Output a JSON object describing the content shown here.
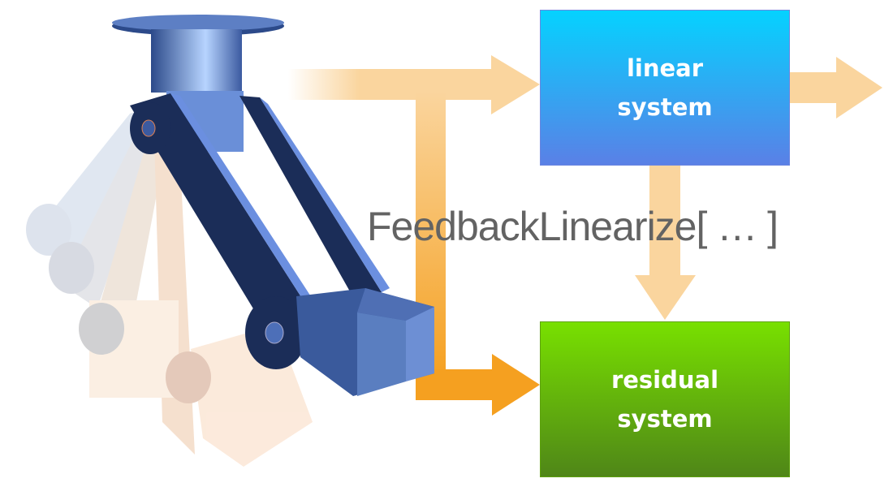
{
  "diagram": {
    "function_label": "FeedbackLinearize[ … ]",
    "nodes": [
      {
        "id": "linear",
        "label_line1": "linear",
        "label_line2": "system",
        "color_top": "#05d2ff",
        "color_bottom": "#5a80e6"
      },
      {
        "id": "residual",
        "label_line1": "residual",
        "label_line2": "system",
        "color_top": "#78e000",
        "color_bottom": "#4f8618"
      }
    ],
    "edges": [
      {
        "from": "robot-arm",
        "to": "linear"
      },
      {
        "from": "robot-arm",
        "to": "residual"
      },
      {
        "from": "linear",
        "to": "residual"
      },
      {
        "from": "linear",
        "to": "output"
      }
    ],
    "arrow_colors": {
      "light": "#fad59e",
      "strong": "#f5a020"
    },
    "illustration": "robot-arm-pendulum"
  }
}
